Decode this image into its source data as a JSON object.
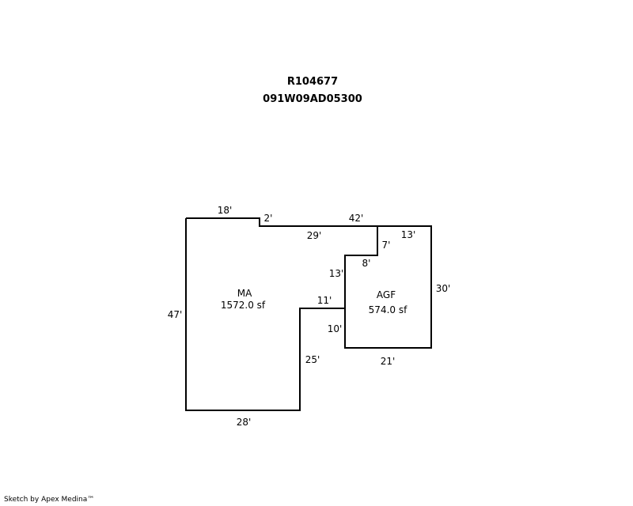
{
  "header": {
    "account_id": "R104677",
    "map_number": "091W09AD05300"
  },
  "areas": {
    "main": {
      "code": "MA",
      "size": "1572.0 sf"
    },
    "garage": {
      "code": "AGF",
      "size": "574.0 sf"
    }
  },
  "dimensions": {
    "ma_top_left": "18'",
    "ma_top_step": "2'",
    "top_right": "42'",
    "ma_top_inner": "29'",
    "agf_top": "13'",
    "agf_step_vertical": "7'",
    "agf_step_horizontal": "8'",
    "agf_left_upper": "13'",
    "agf_right": "30'",
    "ma_inner_top": "11'",
    "ma_left": "47'",
    "agf_left_lower": "10'",
    "agf_bottom": "21'",
    "ma_inner_right": "25'",
    "ma_bottom": "28'"
  },
  "footer": {
    "credit": "Sketch by Apex Medina™"
  }
}
